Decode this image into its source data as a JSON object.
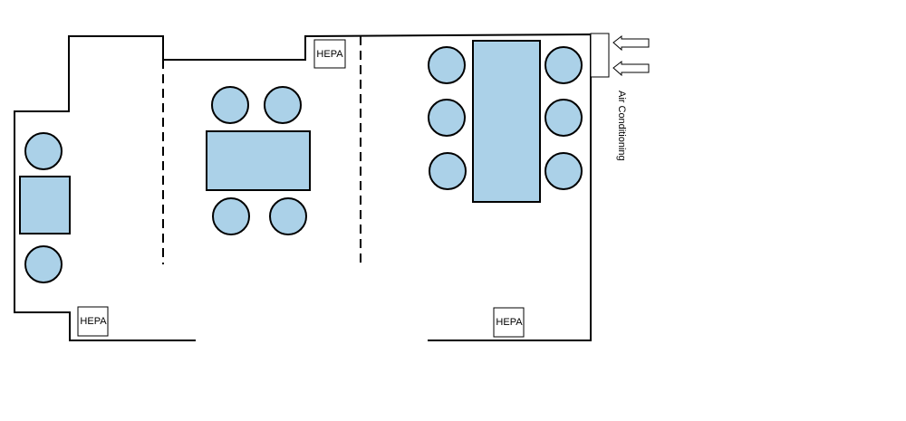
{
  "colors": {
    "furniture_fill": "#abd1e8",
    "outline": "#000000",
    "background": "#ffffff"
  },
  "hepa_units": [
    {
      "label": "HEPA"
    },
    {
      "label": "HEPA"
    },
    {
      "label": "HEPA"
    }
  ],
  "air_conditioning": {
    "label": "Air Conditioning",
    "arrow_count": 2,
    "arrow_direction": "left"
  },
  "rooms": [
    {
      "table_orientation": "vertical",
      "chair_count": 2
    },
    {
      "table_orientation": "horizontal",
      "chair_count": 4
    },
    {
      "table_orientation": "vertical",
      "chair_count": 6
    }
  ]
}
